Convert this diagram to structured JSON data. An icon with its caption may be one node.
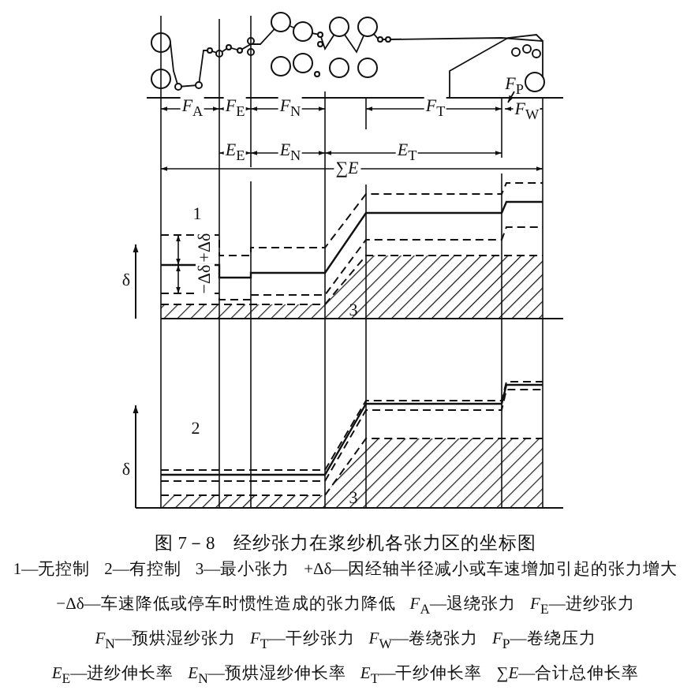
{
  "diagram": {
    "caption": "图 7－8　经纱张力在浆纱机各张力区的坐标图",
    "labels": [
      "*F*$_{P}$",
      "*F*$_{A}$",
      "*F*$_{E}$",
      "*F*$_{N}$",
      "*F*$_{T}$",
      "*F*$_{W}$",
      "*E*$_{E}$",
      "*E*$_{N}$",
      "*E*$_{T}$",
      "∑*E*",
      "1",
      "−Δδ",
      "+Δδ",
      "δ",
      "3",
      "2",
      "δ",
      "3",
      "1—无控制",
      "2—有控制",
      "3—最小张力",
      "+Δδ—因经轴半径减小或车速增加引起的张力增大",
      "−Δδ—车速降低或停车时惯性造成的张力降低",
      "*F*$_{A}$—退绕张力",
      "*F*$_{E}$—进纱张力",
      "*F*$_{N}$—预烘湿纱张力",
      "*F*$_{T}$—干纱张力",
      "*F*$_{W}$—卷绕张力",
      "*F*$_{P}$—卷绕压力",
      "*E*$_{E}$—进纱伸长率",
      "*E*$_{N}$—预烘湿纱伸长率",
      "*E*$_{T}$—干纱伸长率",
      "∑*E*—合计总伸长率"
    ]
  }
}
